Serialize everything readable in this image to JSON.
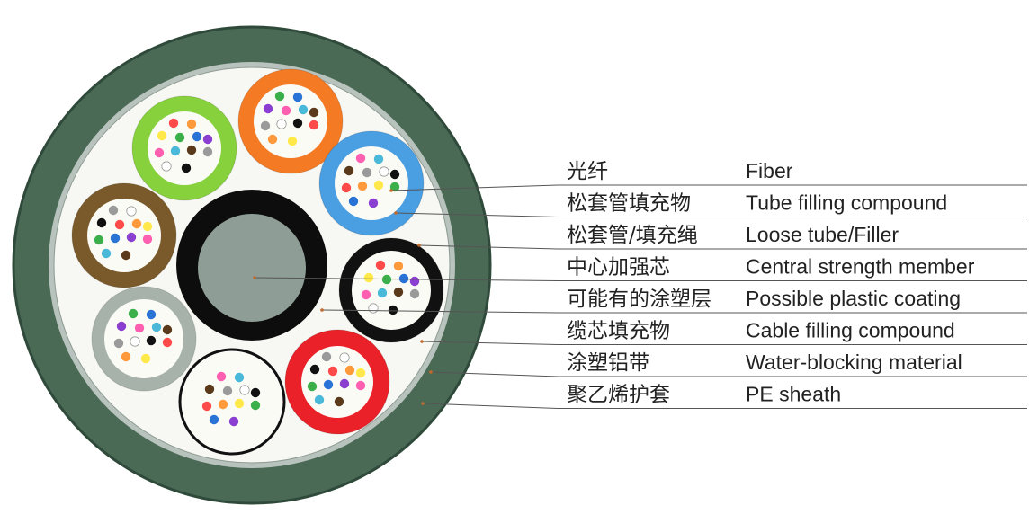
{
  "legend": [
    {
      "zh": "光纤",
      "en": "Fiber"
    },
    {
      "zh": "松套管填充物",
      "en": "Tube filling compound"
    },
    {
      "zh": "松套管/填充绳",
      "en": "Loose tube/Filler"
    },
    {
      "zh": "中心加强芯",
      "en": "Central strength member"
    },
    {
      "zh": "可能有的涂塑层",
      "en": "Possible plastic coating"
    },
    {
      "zh": "缆芯填充物",
      "en": "Cable filling compound"
    },
    {
      "zh": "涂塑铝带",
      "en": "Water-blocking material"
    },
    {
      "zh": "聚乙烯护套",
      "en": "PE sheath"
    }
  ],
  "colors": {
    "sheath": "#4a6a55",
    "sheath_edge": "#2f4a3a",
    "tape": "#b9c3bd",
    "core_fill": "#f7f7f3",
    "csm_coating": "#0d0d0d",
    "csm_core": "#8e9e96",
    "tube_fill": "#fbfbf6",
    "leader_line": "#555555"
  },
  "tube_colors": [
    "#86d13c",
    "#f47a24",
    "#4a9ee2",
    "#7a5a2a",
    "#111111",
    "#a7b2ab",
    "#ffffff",
    "#ea2128"
  ],
  "fiber_colors": [
    "#ff4a4a",
    "#ff9a3c",
    "#ffe84a",
    "#3bb04a",
    "#2a73d6",
    "#8a3fd0",
    "#ff5fb0",
    "#4ab8d8",
    "#5a3a1a",
    "#9a9a9a",
    "#ffffff",
    "#111111"
  ]
}
